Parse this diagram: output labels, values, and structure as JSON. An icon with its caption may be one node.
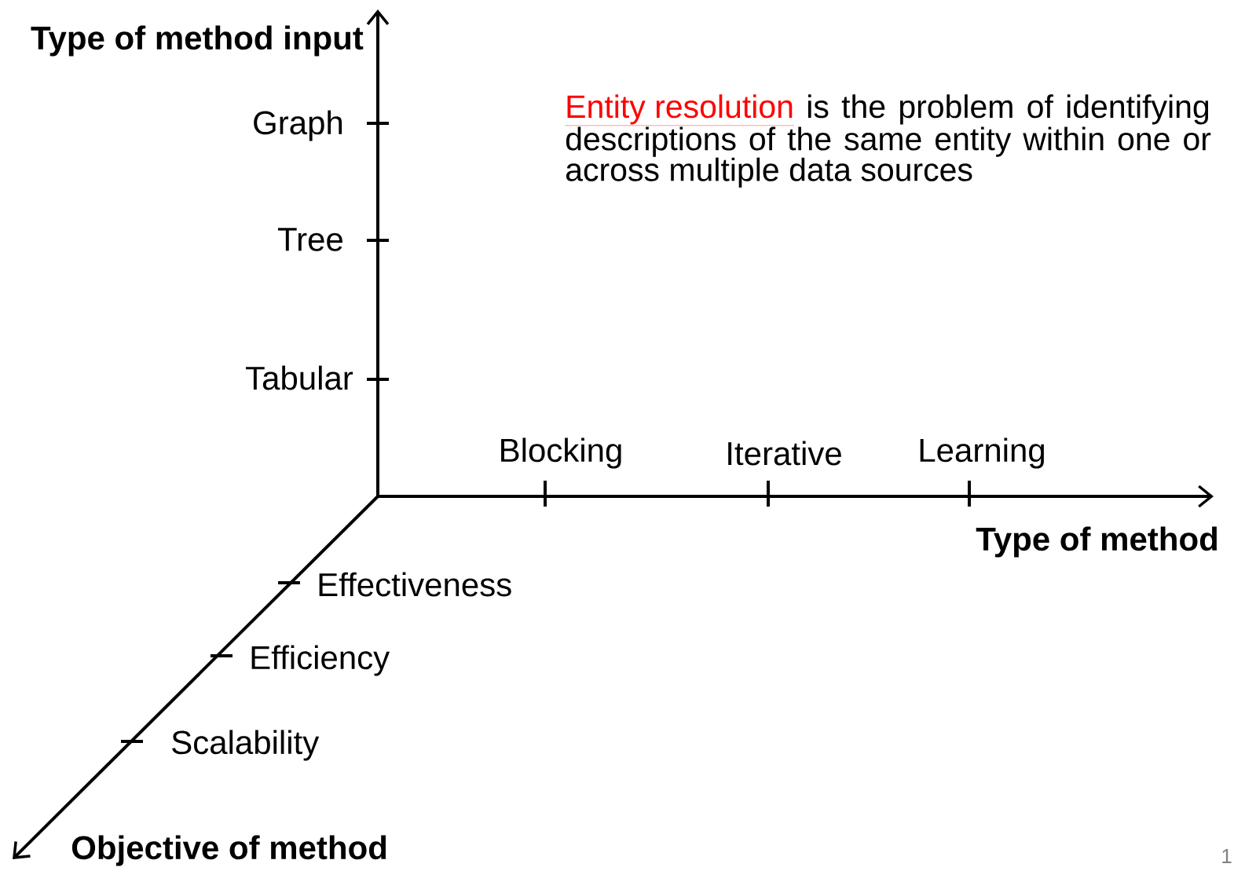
{
  "diagram": {
    "labels": [
      "Type of method input",
      "Entity resolution",
      "is the problem of identifying descriptions of the same entity within one or across multiple data sources",
      "Graph",
      "Tree",
      "Tabular",
      "Blocking",
      "Iterative",
      "Learning",
      "Type of method",
      "Effectiveness",
      "Efficiency",
      "Scalability",
      "Objective of method",
      "1"
    ]
  }
}
